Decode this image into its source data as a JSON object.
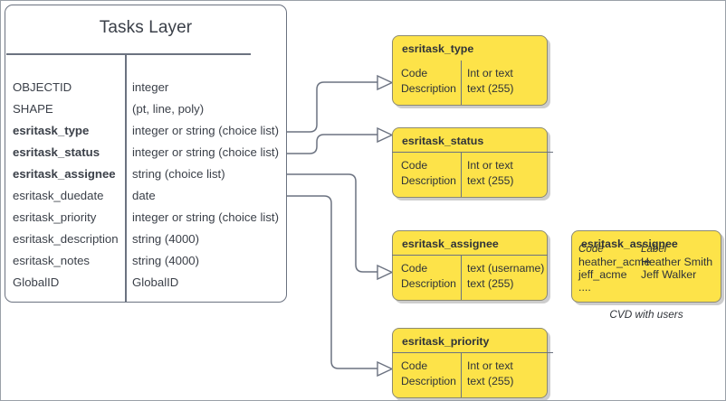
{
  "diagram": {
    "title_visible": false
  },
  "entity": {
    "title": "Tasks Layer",
    "fields": [
      {
        "name": "OBJECTID",
        "type": "integer",
        "bold": false
      },
      {
        "name": "SHAPE",
        "type": "(pt, line, poly)",
        "bold": false
      },
      {
        "name": "esritask_type",
        "type": "integer or string (choice list)",
        "bold": true
      },
      {
        "name": "esritask_status",
        "type": "integer or string (choice list)",
        "bold": true
      },
      {
        "name": "esritask_assignee",
        "type": "string (choice list)",
        "bold": true
      },
      {
        "name": "esritask_duedate",
        "type": "date",
        "bold": false
      },
      {
        "name": "esritask_priority",
        "type": "integer or string (choice list)",
        "bold": false
      },
      {
        "name": "esritask_description",
        "type": "string (4000)",
        "bold": false
      },
      {
        "name": "esritask_notes",
        "type": "string (4000)",
        "bold": false
      },
      {
        "name": "GlobalID",
        "type": "GlobalID",
        "bold": false
      }
    ]
  },
  "domains": [
    {
      "title": "esritask_type",
      "left_lines": [
        "Code",
        "Description"
      ],
      "right_lines": [
        "Int or text",
        "text (255)"
      ]
    },
    {
      "title": "esritask_status",
      "left_lines": [
        "Code",
        "Description"
      ],
      "right_lines": [
        "Int or text",
        "text (255)"
      ]
    },
    {
      "title": "esritask_assignee",
      "left_lines": [
        "Code",
        "Description"
      ],
      "right_lines": [
        "text  (username)",
        "text (255)"
      ]
    },
    {
      "title": "esritask_priority",
      "left_lines": [
        "Code",
        "Description"
      ],
      "right_lines": [
        "Int or text",
        "text (255)"
      ]
    }
  ],
  "cvd": {
    "title": "esritask_assignee",
    "col_headers": [
      "Code",
      "Label"
    ],
    "rows": [
      {
        "code": "heather_acme",
        "label": "Heather Smith"
      },
      {
        "code": "jeff_acme",
        "label": "Jeff Walker"
      }
    ],
    "ellipsis": "....",
    "caption": "CVD with users"
  },
  "colors": {
    "domain_fill": "#fde349",
    "line": "#6b7280",
    "text": "#3b4049",
    "page_background": "#ffffff"
  }
}
